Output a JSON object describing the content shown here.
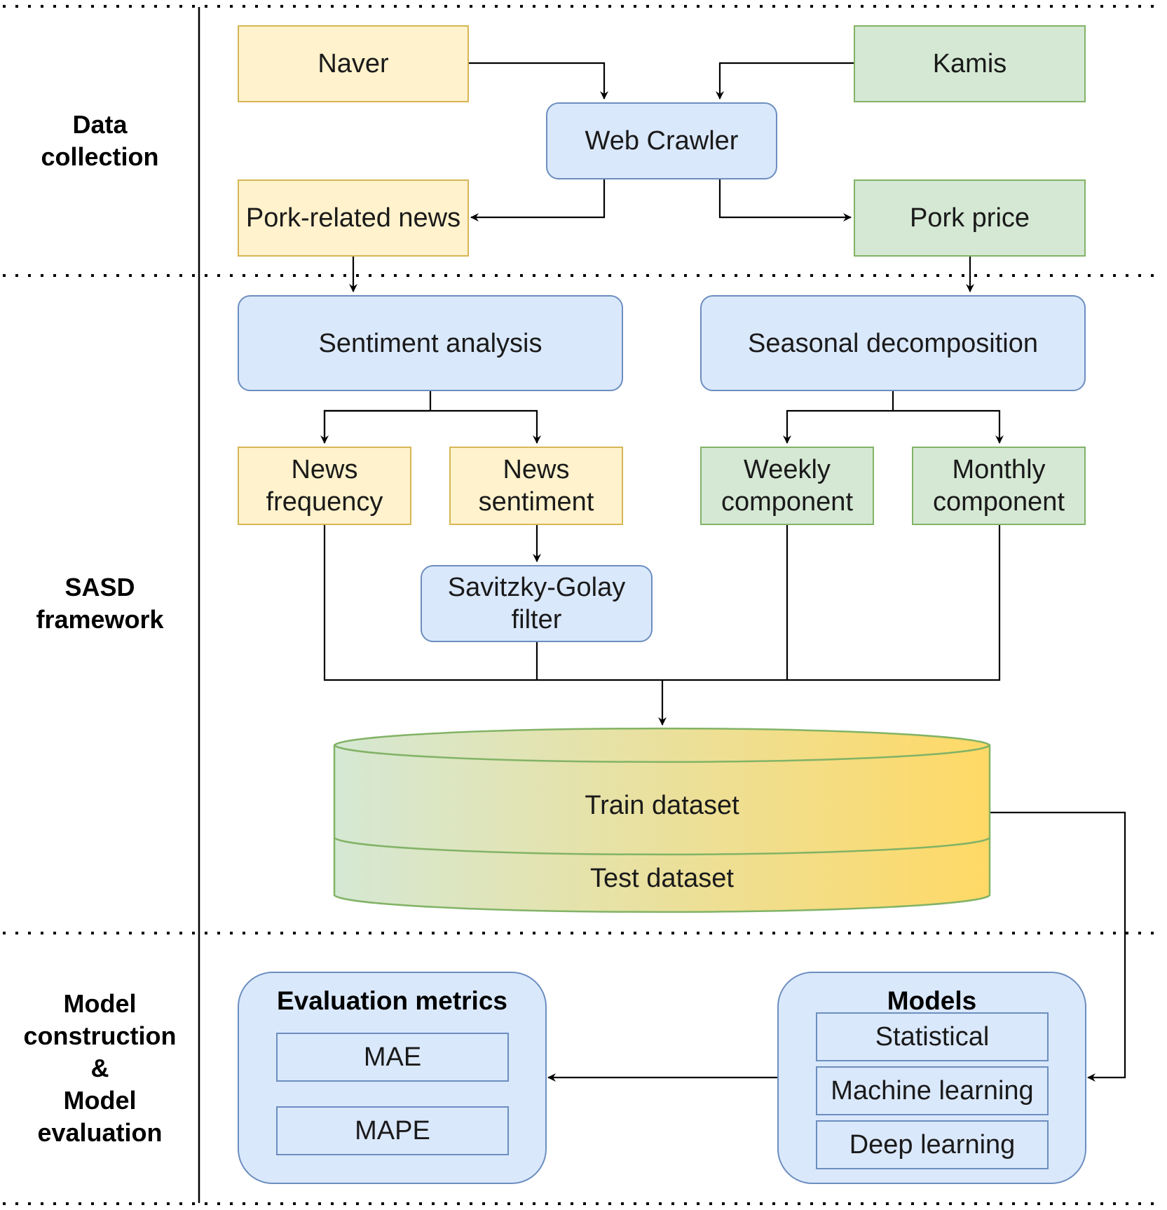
{
  "sections": {
    "data_collection": "Data\ncollection",
    "sasd_framework": "SASD\nframework",
    "model": "Model\nconstruction\n&\nModel\nevaluation"
  },
  "nodes": {
    "naver": "Naver",
    "kamis": "Kamis",
    "web_crawler": "Web Crawler",
    "pork_news": "Pork-related news",
    "pork_price": "Pork price",
    "sentiment_analysis": "Sentiment analysis",
    "seasonal_decomposition": "Seasonal decomposition",
    "news_frequency": "News\nfrequency",
    "news_sentiment": "News\nsentiment",
    "weekly_component": "Weekly\ncomponent",
    "monthly_component": "Monthly\ncomponent",
    "savitzky_golay": "Savitzky-Golay\nfilter",
    "train_dataset": "Train dataset",
    "test_dataset": "Test dataset"
  },
  "evaluation": {
    "title": "Evaluation metrics",
    "items": [
      "MAE",
      "MAPE"
    ]
  },
  "models": {
    "title": "Models",
    "items": [
      "Statistical",
      "Machine learning",
      "Deep learning"
    ]
  },
  "colors": {
    "yellow_fill": "#fff2cc",
    "yellow_stroke": "#d6b656",
    "green_fill": "#d5e8d4",
    "green_stroke": "#82b366",
    "blue_fill": "#dae8fc",
    "blue_stroke": "#6c8ebf",
    "gradient_start": "#d5e8d4",
    "gradient_end": "#ffd966"
  }
}
